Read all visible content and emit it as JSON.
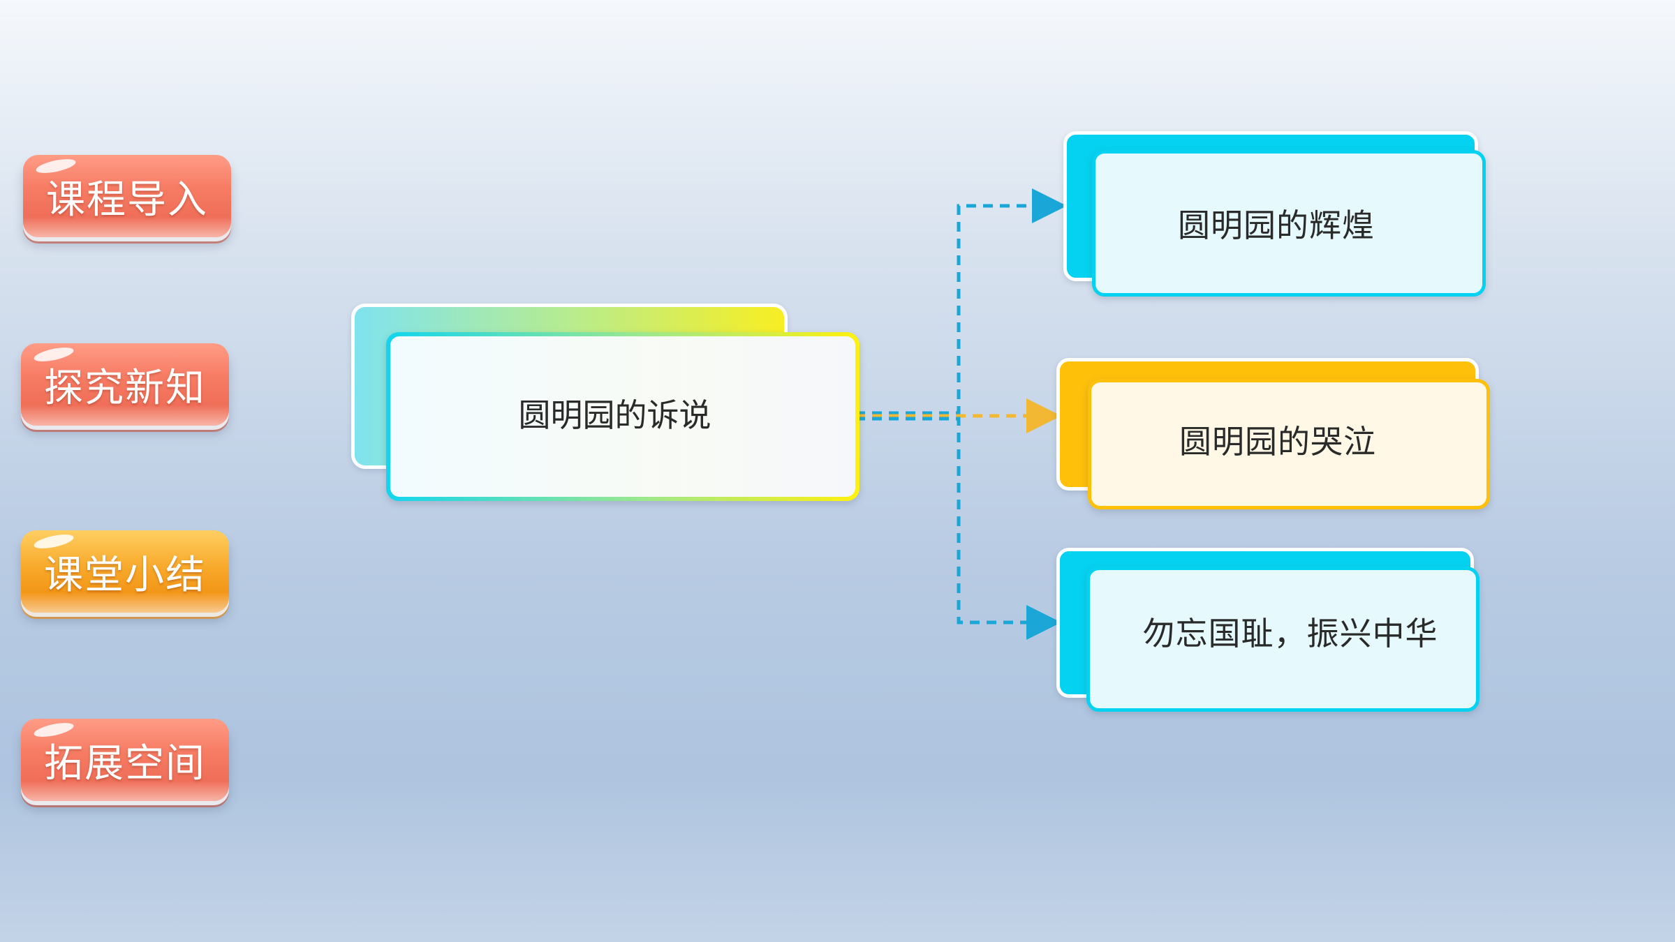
{
  "nav": {
    "intro": "课程导入",
    "explore": "探究新知",
    "summary": "课堂小结",
    "extend": "拓展空间"
  },
  "map": {
    "center": "圆明园的诉说",
    "branches": [
      "圆明园的辉煌",
      "圆明园的哭泣",
      "勿忘国耻，振兴中华"
    ]
  },
  "colors": {
    "cyan": "#05d2f0",
    "yellow": "#ffc00a",
    "connector_blue": "#1aa7d8",
    "connector_yellow": "#f2b733",
    "nav_red": "#f77c64",
    "nav_orange": "#f8a92a"
  }
}
